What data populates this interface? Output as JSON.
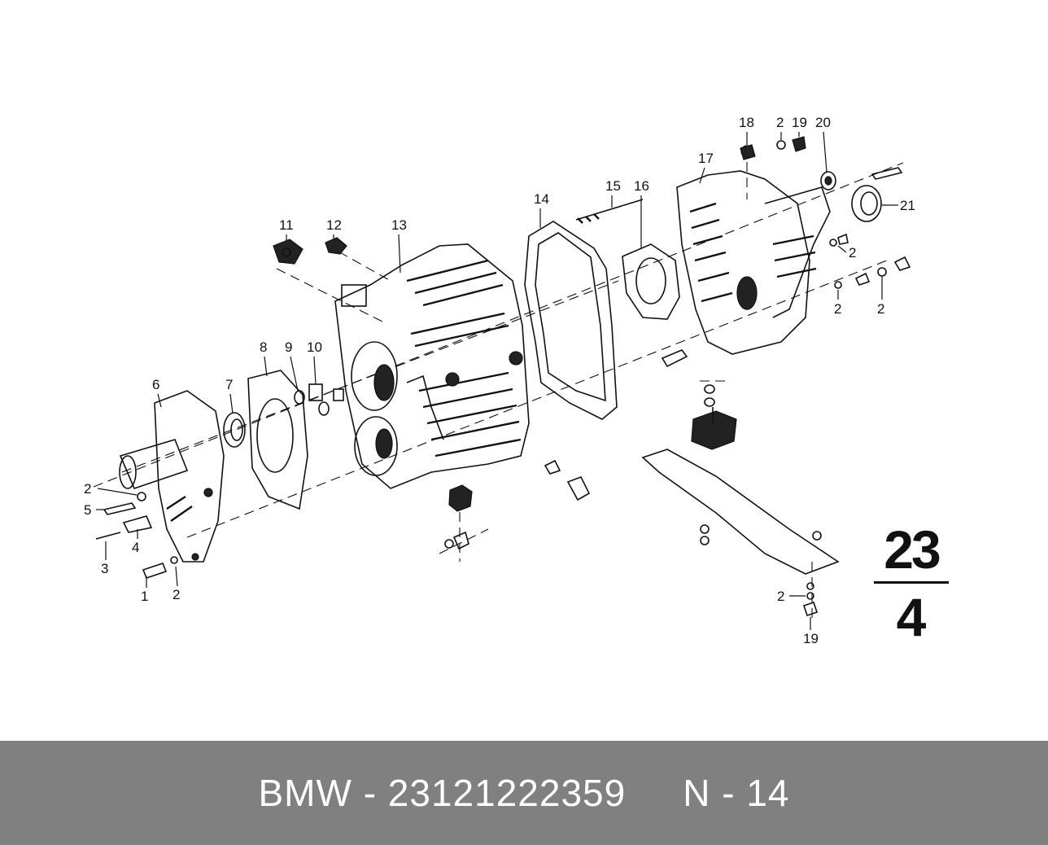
{
  "callouts": [
    "1",
    "2",
    "3",
    "4",
    "5",
    "6",
    "7",
    "8",
    "9",
    "10",
    "11",
    "12",
    "13",
    "14",
    "15",
    "16",
    "17",
    "18",
    "19",
    "20",
    "21"
  ],
  "group_number": {
    "top": "23",
    "bottom": "4"
  },
  "footer": {
    "brand_part": "BMW - 23121222359",
    "diagram_ref": "N - 14"
  }
}
